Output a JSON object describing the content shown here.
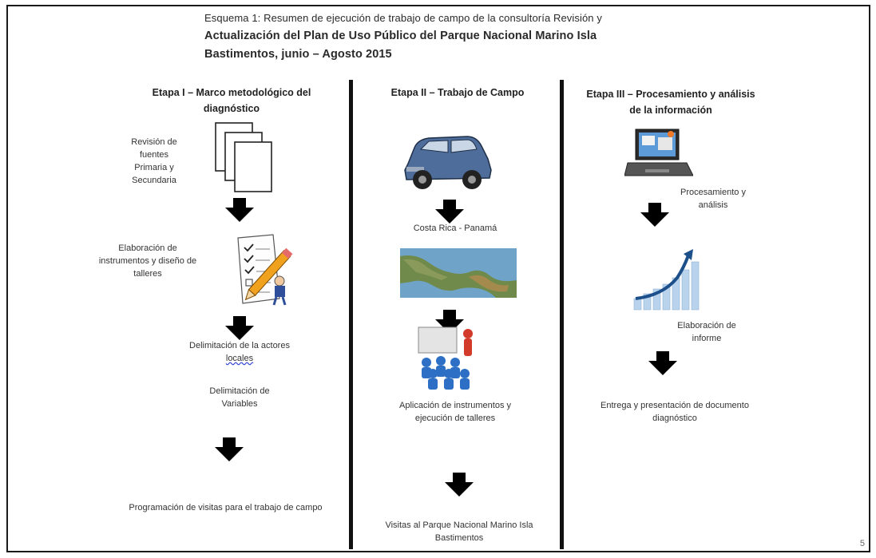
{
  "title": {
    "line1": "Esquema 1: Resumen de ejecución de trabajo de campo de la consultoría Revisión y",
    "line2": "Actualización del Plan de Uso Público del Parque Nacional Marino Isla",
    "line3": "Bastimentos, junio – Agosto 2015"
  },
  "stages": [
    {
      "title_line1": "Etapa I – Marco metodológico del",
      "title_line2": "diagnóstico",
      "steps": [
        {
          "line1": "Revisión de",
          "line2": "fuentes",
          "line3": "Primaria y",
          "line4": "Secundaria"
        },
        {
          "line1": "Elaboración de",
          "line2": "instrumentos y diseño de",
          "line3": "talleres"
        },
        {
          "line1": "Delimitación de la actores",
          "line2": "locales"
        },
        {
          "line1": "Delimitación de",
          "line2": "Variables"
        },
        {
          "line1": "Programación de visitas para el trabajo de campo"
        }
      ]
    },
    {
      "title_line1": "Etapa II – Trabajo de Campo",
      "steps": [
        {
          "line1": "Costa Rica - Panamá"
        },
        {
          "line1": "Aplicación de instrumentos y",
          "line2": "ejecución de talleres"
        },
        {
          "line1": "Visitas al Parque Nacional Marino Isla",
          "line2": "Bastimentos"
        }
      ]
    },
    {
      "title_line1": "Etapa III – Procesamiento y análisis",
      "title_line2": "de la información",
      "steps": [
        {
          "line1": "Procesamiento y",
          "line2": "análisis"
        },
        {
          "line1": "Elaboración de",
          "line2": "informe"
        },
        {
          "line1": "Entrega y presentación de documento",
          "line2": "diagnóstico"
        }
      ]
    }
  ],
  "page_number": "5",
  "colors": {
    "arrow": "#000000",
    "divider": "#111111",
    "frame": "#1a1a1a"
  },
  "icons": [
    "documents-icon",
    "checklist-pencil-icon",
    "suv-icon",
    "map-icon",
    "meeting-icon",
    "laptop-icon",
    "growth-chart-icon",
    "arrow-down-icon"
  ]
}
